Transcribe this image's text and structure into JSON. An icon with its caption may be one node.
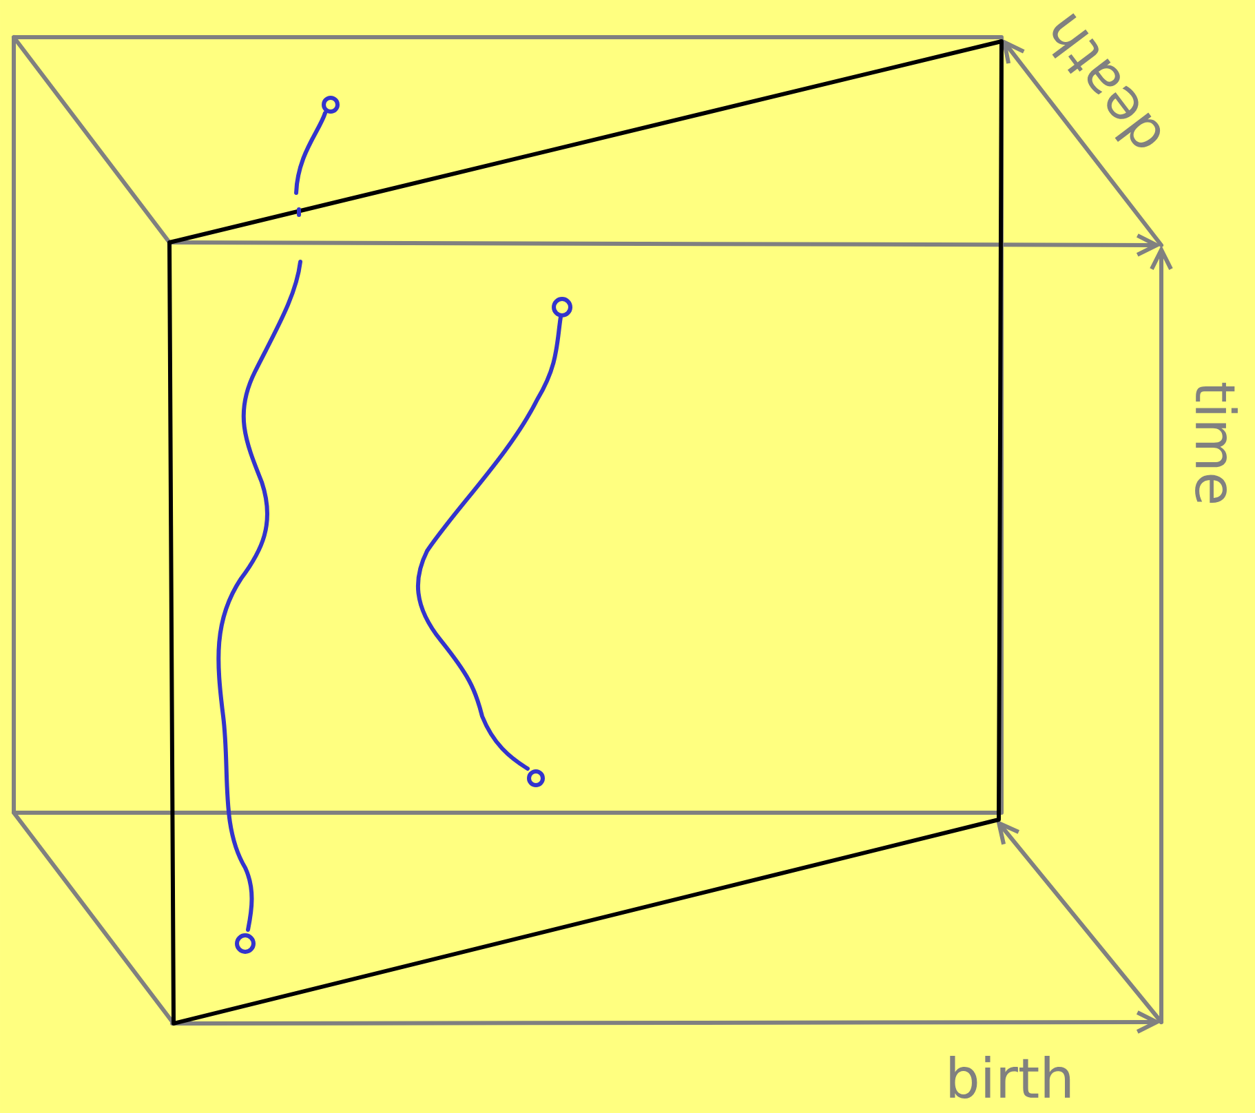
{
  "diagram": {
    "labels": [
      "death",
      "time",
      "birth"
    ]
  }
}
